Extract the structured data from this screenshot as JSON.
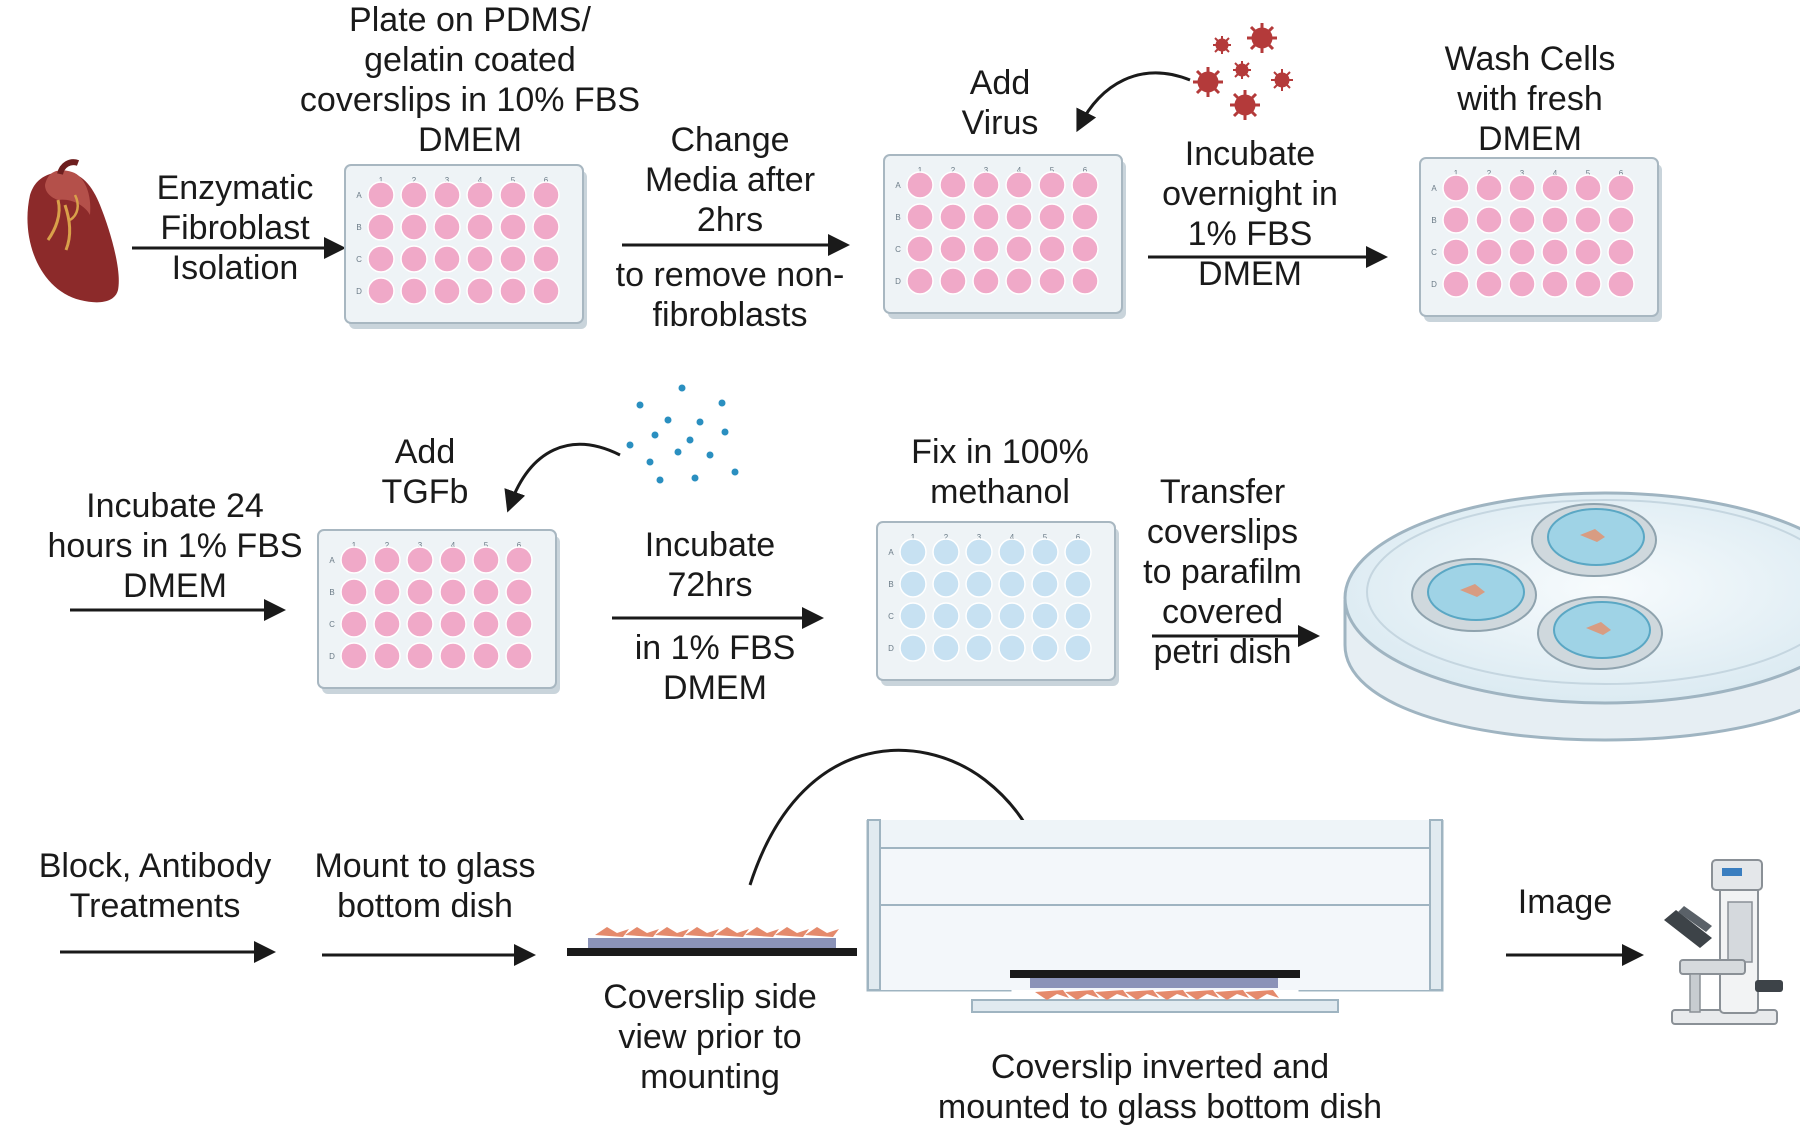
{
  "steps": {
    "isolation": "Enzymatic\nFibroblast\nIsolation",
    "plate": "Plate on PDMS/\ngelatin coated\ncoverslips in 10% FBS\nDMEM",
    "change_media_top": "Change\nMedia after\n2hrs",
    "change_media_bottom": "to remove non-\nfibroblasts",
    "add_virus": "Add\nVirus",
    "incubate_overnight": "Incubate\novernight in\n1% FBS\nDMEM",
    "wash": "Wash Cells\nwith fresh\nDMEM",
    "incubate_24": "Incubate 24\nhours in 1% FBS\nDMEM",
    "add_tgfb": "Add\nTGFb",
    "incubate_72_top": "Incubate\n72hrs",
    "incubate_72_bottom": "in 1% FBS\nDMEM",
    "fix": "Fix in 100%\nmethanol",
    "transfer": "Transfer\ncoverslips\nto parafilm\ncovered\npetri dish",
    "block": "Block, Antibody\nTreatments",
    "mount": "Mount to glass\nbottom dish",
    "side_view": "Coverslip side\nview prior to\nmounting",
    "inverted": "Coverslip inverted and\nmounted to glass bottom dish",
    "image": "Image"
  },
  "plate": {
    "columns": [
      "1",
      "2",
      "3",
      "4",
      "5",
      "6"
    ],
    "rows": [
      "A",
      "B",
      "C",
      "D"
    ]
  },
  "colors": {
    "well_pink": "#f0a9c8",
    "well_blue": "#c7e1f2",
    "virus": "#b43a3a",
    "tgfb": "#2a8fc0",
    "heart": "#8c2a2a",
    "arrow": "#1a1a1a"
  }
}
